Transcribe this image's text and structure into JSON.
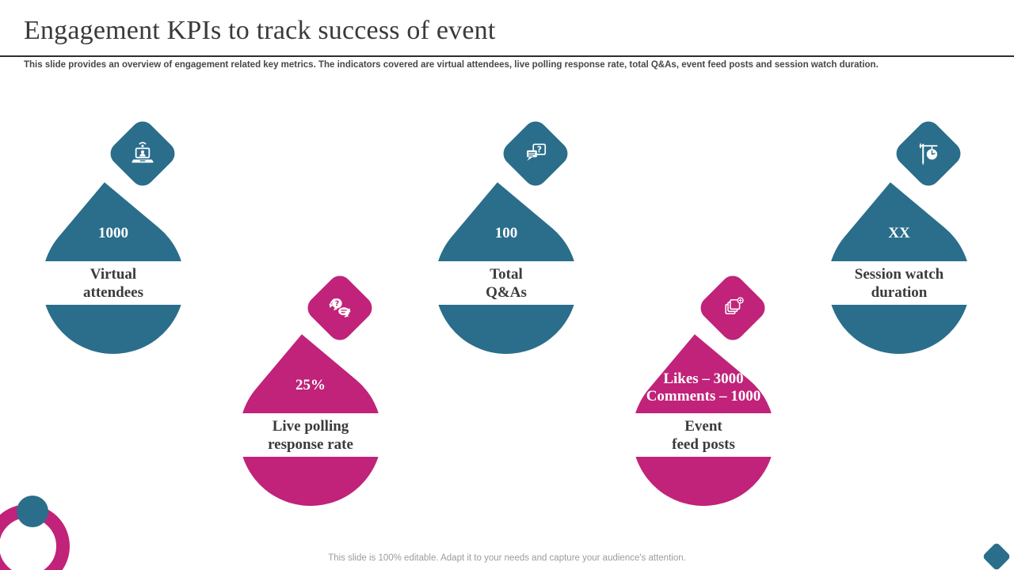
{
  "slide": {
    "title": "Engagement KPIs to track success of event",
    "subtitle": "This slide provides an overview of engagement related key metrics. The indicators covered are virtual attendees, live polling response rate, total Q&As, event feed posts and session watch duration.",
    "footer": "This slide is 100% editable. Adapt it to your needs and capture your audience's attention."
  },
  "colors": {
    "teal": "#2A6E8B",
    "pink": "#C02379",
    "title_text": "#3A3A3A",
    "subtitle_text": "#474747",
    "label_text": "#3B3B3B",
    "value_text": "#FFFFFF",
    "footer_text": "#9C9C9C",
    "background": "#FFFFFF"
  },
  "kpis": [
    {
      "name": "virtual-attendees",
      "icon": "webinar-laptop-icon",
      "color": "teal",
      "value_lines": [
        "1000"
      ],
      "label_lines": [
        "Virtual",
        "attendees"
      ]
    },
    {
      "name": "live-polling-response-rate",
      "icon": "polling-chat-refresh-icon",
      "color": "pink",
      "value_lines": [
        "25%"
      ],
      "label_lines": [
        "Live polling",
        "response rate"
      ]
    },
    {
      "name": "total-qas",
      "icon": "question-answer-bubbles-icon",
      "color": "teal",
      "value_lines": [
        "100"
      ],
      "label_lines": [
        "Total",
        "Q&As"
      ]
    },
    {
      "name": "event-feed-posts",
      "icon": "stacked-posts-plus-icon",
      "color": "pink",
      "value_lines": [
        "Likes – 3000",
        "Comments – 1000"
      ],
      "label_lines": [
        "Event",
        "feed posts"
      ]
    },
    {
      "name": "session-watch-duration",
      "icon": "hanging-clock-icon",
      "color": "teal",
      "value_lines": [
        "XX"
      ],
      "label_lines": [
        "Session watch",
        "duration"
      ]
    }
  ],
  "decor": {
    "bottom_left_ring_color": "#C02379",
    "bottom_left_circle_color": "#2A6E8B",
    "bottom_right_diamond_color": "#2A6E8B"
  }
}
